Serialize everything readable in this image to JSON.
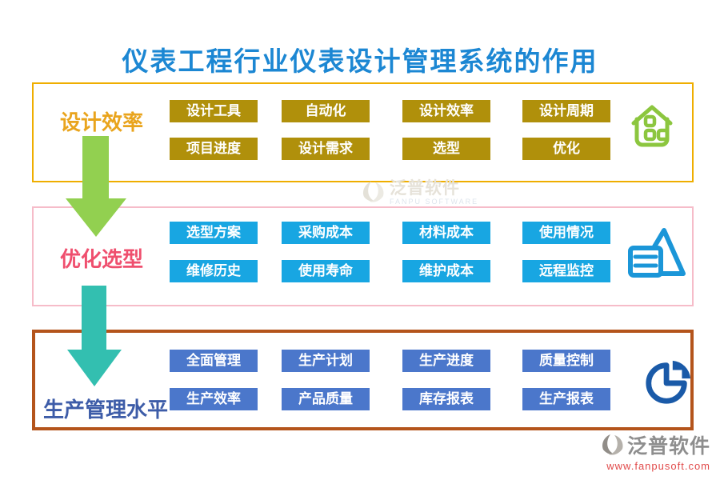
{
  "title": "仪表工程行业仪表设计管理系统的作用",
  "sections": [
    {
      "id": "design-efficiency",
      "label": "设计效率",
      "icon": "home-icon",
      "buttons": [
        "设计工具",
        "自动化",
        "设计效率",
        "设计周期",
        "项目进度",
        "设计需求",
        "选型",
        "优化"
      ]
    },
    {
      "id": "optimize-selection",
      "label": "优化选型",
      "icon": "pyramid-list-icon",
      "buttons": [
        "选型方案",
        "采购成本",
        "材料成本",
        "使用情况",
        "维修历史",
        "使用寿命",
        "维护成本",
        "远程监控"
      ]
    },
    {
      "id": "production-management",
      "label": "生产管理水平",
      "icon": "pie-chart-icon",
      "buttons": [
        "全面管理",
        "生产计划",
        "生产进度",
        "质量控制",
        "生产效率",
        "产品质量",
        "库存报表",
        "生产报表"
      ]
    }
  ],
  "arrows": [
    {
      "id": "arrow-1",
      "icon": "down-arrow-icon",
      "color": "#92D050"
    },
    {
      "id": "arrow-2",
      "icon": "down-arrow-icon",
      "color": "#33BFB0"
    }
  ],
  "watermark": {
    "icon": "fanpu-logo-icon",
    "name": "泛普软件",
    "subtitle": "FANPU SOFTWARE"
  },
  "footer_logo": {
    "icon": "fanpu-logo-icon",
    "name": "泛普软件",
    "url": "www.fanpusoft.com"
  },
  "colors": {
    "title": "#1C87D3",
    "section1_border": "#EFAE00",
    "section1_label": "#E9A41D",
    "section1_button_bg": "#B0900B",
    "section2_border": "#F6BCC9",
    "section2_label": "#EF4F6E",
    "section2_button_bg": "#18A6E2",
    "section3_border": "#B4541B",
    "section3_label": "#3D5CA8",
    "section3_button_bg": "#4B77CB",
    "arrow1": "#92D050",
    "arrow2": "#33BFB0",
    "home_icon": "#8CC63F",
    "pyramid_icon": "#1B96D8",
    "pie_icon": "#1A5AA8",
    "button_text": "#FFFFFF",
    "footer_name": "#8E8E8E",
    "footer_url": "#E14B4B"
  }
}
